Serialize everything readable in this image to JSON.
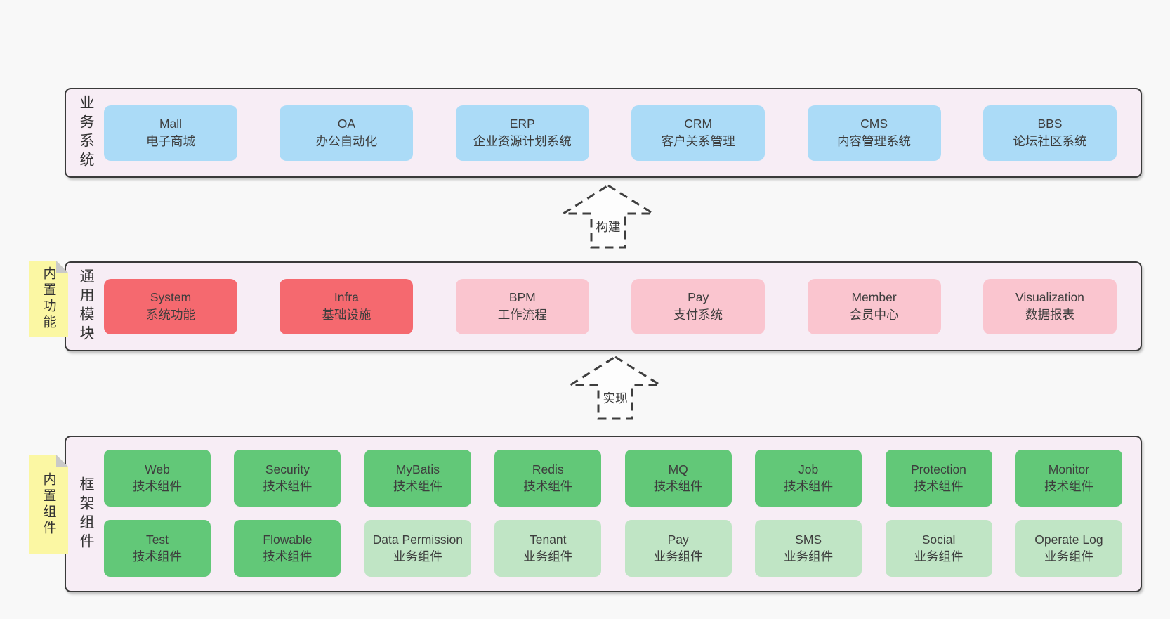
{
  "colors": {
    "page_bg": "#f8f8f8",
    "container_bg": "#f7edf5",
    "border": "#3a3a3a",
    "blue": "#abdbf7",
    "red": "#f5696f",
    "pink": "#fac5cf",
    "green": "#62c878",
    "green_light": "#c0e5c5",
    "note": "#fbf7a3",
    "fold": "#c9c9c9"
  },
  "arrows": {
    "build": "构建",
    "implement": "实现"
  },
  "layers": {
    "business": {
      "label": "业务系统",
      "items": [
        {
          "title": "Mall",
          "subtitle": "电子商城"
        },
        {
          "title": "OA",
          "subtitle": "办公自动化"
        },
        {
          "title": "ERP",
          "subtitle": "企业资源计划系统"
        },
        {
          "title": "CRM",
          "subtitle": "客户关系管理"
        },
        {
          "title": "CMS",
          "subtitle": "内容管理系统"
        },
        {
          "title": "BBS",
          "subtitle": "论坛社区系统"
        }
      ]
    },
    "modules": {
      "note": "内置功能",
      "label": "通用模块",
      "items": [
        {
          "title": "System",
          "subtitle": "系统功能"
        },
        {
          "title": "Infra",
          "subtitle": "基础设施"
        },
        {
          "title": "BPM",
          "subtitle": "工作流程"
        },
        {
          "title": "Pay",
          "subtitle": "支付系统"
        },
        {
          "title": "Member",
          "subtitle": "会员中心"
        },
        {
          "title": "Visualization",
          "subtitle": "数据报表"
        }
      ]
    },
    "framework": {
      "note": "内置组件",
      "label": "框架组件",
      "row1": [
        {
          "title": "Web",
          "subtitle": "技术组件"
        },
        {
          "title": "Security",
          "subtitle": "技术组件"
        },
        {
          "title": "MyBatis",
          "subtitle": "技术组件"
        },
        {
          "title": "Redis",
          "subtitle": "技术组件"
        },
        {
          "title": "MQ",
          "subtitle": "技术组件"
        },
        {
          "title": "Job",
          "subtitle": "技术组件"
        },
        {
          "title": "Protection",
          "subtitle": "技术组件"
        },
        {
          "title": "Monitor",
          "subtitle": "技术组件"
        }
      ],
      "row2": [
        {
          "title": "Test",
          "subtitle": "技术组件"
        },
        {
          "title": "Flowable",
          "subtitle": "技术组件"
        },
        {
          "title": "Data Permission",
          "subtitle": "业务组件"
        },
        {
          "title": "Tenant",
          "subtitle": "业务组件"
        },
        {
          "title": "Pay",
          "subtitle": "业务组件"
        },
        {
          "title": "SMS",
          "subtitle": "业务组件"
        },
        {
          "title": "Social",
          "subtitle": "业务组件"
        },
        {
          "title": "Operate Log",
          "subtitle": "业务组件"
        }
      ]
    }
  }
}
